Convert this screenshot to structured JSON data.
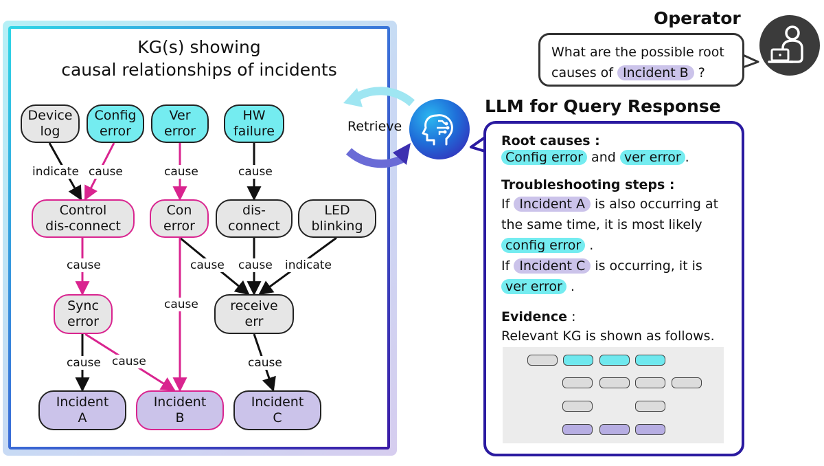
{
  "kg": {
    "title_line1": "KG(s) showing",
    "title_line2": "causal relationships of incidents",
    "nodes": {
      "device_log": "Device\nlog",
      "config_error": "Config\nerror",
      "ver_error": "Ver\nerror",
      "hw_failure": "HW\nfailure",
      "control_disconnect": "Control\ndis-connect",
      "con_error": "Con\nerror",
      "disconnect": "dis-\nconnect",
      "led_blinking": "LED\nblinking",
      "sync_error": "Sync\nerror",
      "receive_err": "receive\nerr",
      "incident_a": "Incident\nA",
      "incident_b": "Incident\nB",
      "incident_c": "Incident\nC"
    },
    "edge_labels": {
      "indicate1": "indicate",
      "cause1": "cause",
      "cause2": "cause",
      "cause3": "cause",
      "cause4": "cause",
      "cause5": "cause",
      "cause6": "cause",
      "indicate2": "indicate",
      "cause7": "cause",
      "cause8": "cause",
      "cause9": "cause",
      "cause10": "cause"
    }
  },
  "retrieve_label": "Retrieve",
  "operator": {
    "title": "Operator",
    "question_line1": "What are the possible root",
    "question_pre": "causes of",
    "question_pill": "Incident B",
    "question_post": "?"
  },
  "llm": {
    "title": "LLM for Query Response",
    "root_causes_heading": "Root causes :",
    "root_pill1": "Config error",
    "root_and": "and",
    "root_pill2": "ver error",
    "root_post": ".",
    "steps_heading": "Troubleshooting steps :",
    "step1_pre": "If",
    "step1_pill": "Incident A",
    "step1_post": "is also occurring at",
    "step1_line2": "the same time, it is most likely",
    "step1_pill2": "config error",
    "step1_end": ".",
    "step2_pre": "If",
    "step2_pill": "Incident C",
    "step2_post": "is occurring, it is",
    "step2_pill2": "ver error",
    "step2_end": ".",
    "evidence_heading": "Evidence",
    "evidence_colon": ":",
    "evidence_text": "Relevant KG is shown as follows."
  },
  "colors": {
    "cause_edge": "#d9248f",
    "normal_edge": "#111111",
    "node_cyan": "#74ecf0",
    "node_gray": "#e6e6e6",
    "node_lavender": "#cbc3ea",
    "border_navy": "#2a1aa0"
  }
}
